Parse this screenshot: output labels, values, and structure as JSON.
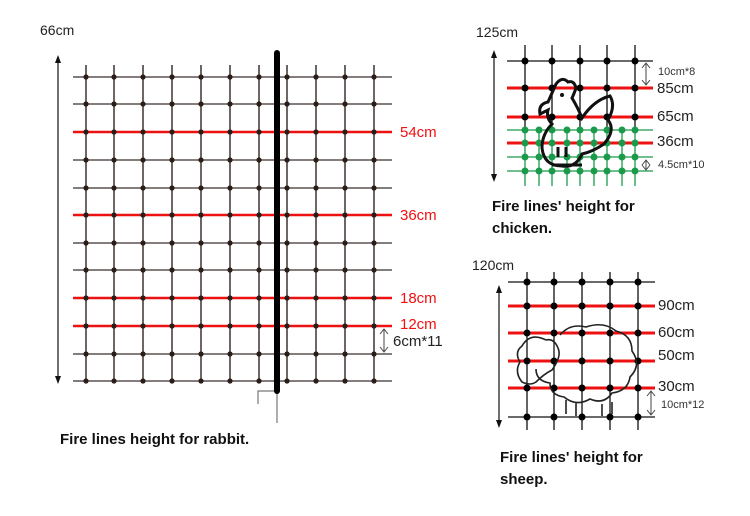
{
  "rabbit": {
    "height_label": "66cm",
    "fire_lines": [
      "54cm",
      "36cm",
      "18cm",
      "12cm"
    ],
    "spacing_label": "6cm*11",
    "caption": "Fire lines height for rabbit."
  },
  "chicken": {
    "height_label": "125cm",
    "spacing_top_label": "10cm*8",
    "fire_lines": [
      "85cm",
      "65cm",
      "36cm"
    ],
    "spacing_bottom_label": "4.5cm*10",
    "caption_line1": "Fire lines' height for",
    "caption_line2": "chicken."
  },
  "sheep": {
    "height_label": "120cm",
    "fire_lines": [
      "90cm",
      "60cm",
      "50cm",
      "30cm"
    ],
    "spacing_label": "10cm*12",
    "caption_line1": "Fire lines' height for",
    "caption_line2": "sheep."
  },
  "colors": {
    "fire_line": "#ee1111",
    "wire": "#3a302c",
    "green_wire": "#1a9a4a"
  }
}
